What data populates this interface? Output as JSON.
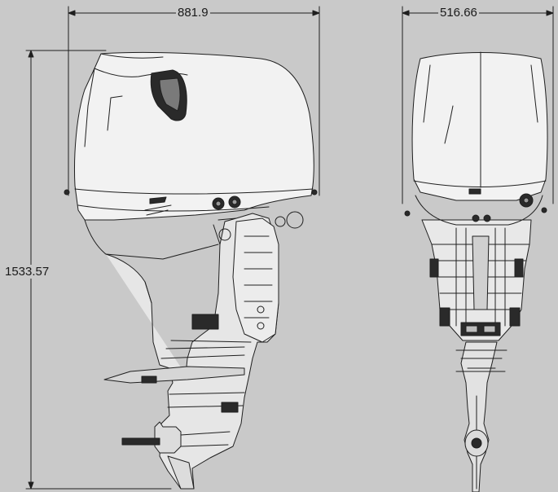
{
  "dimensions": {
    "side_width": "881.9",
    "front_width": "516.66",
    "overall_height": "1533.57"
  },
  "colors": {
    "background": "#c9c9c9",
    "line": "#1f1f1f",
    "cowl_fill": "#f2f2f2",
    "dark_part": "#2a2a2a"
  }
}
